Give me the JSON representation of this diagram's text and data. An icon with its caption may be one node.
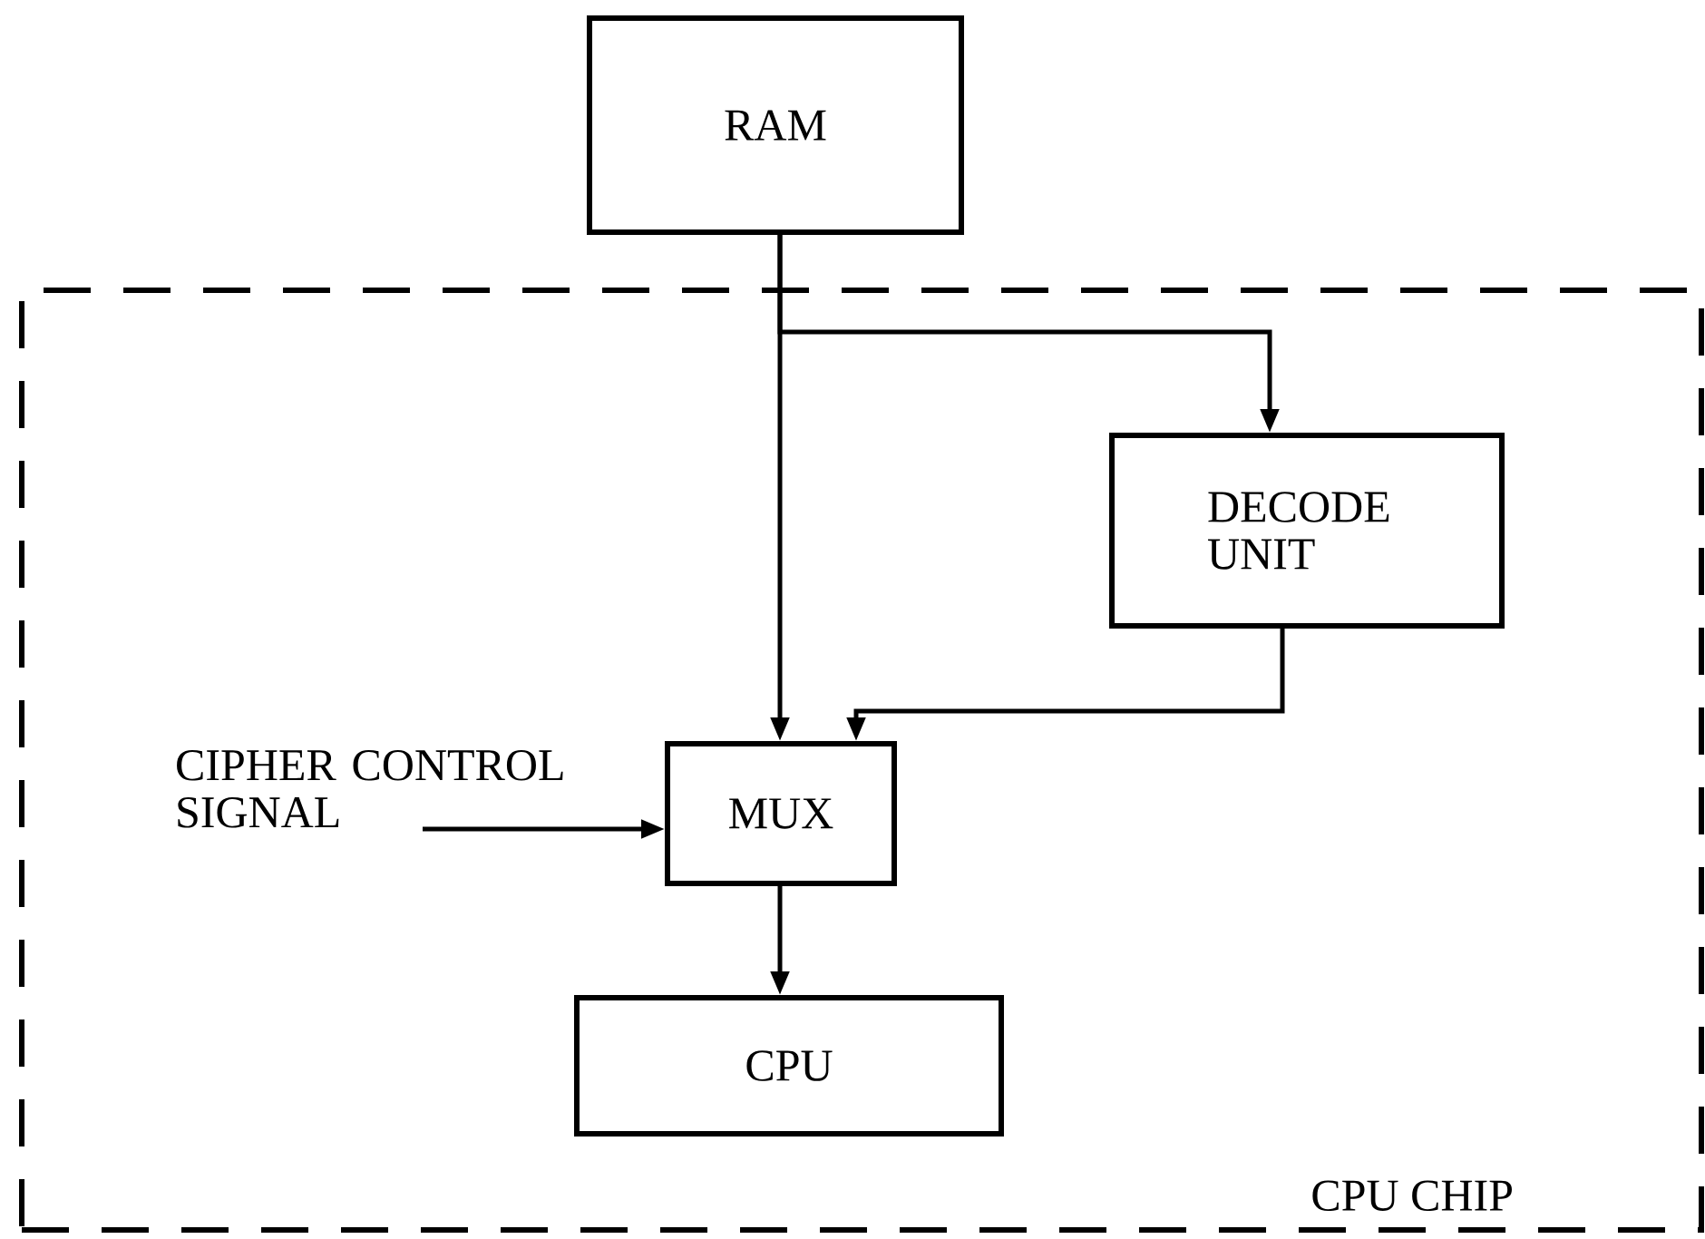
{
  "diagram": {
    "nodes": [
      {
        "text": [
          "CPU CHIP"
        ]
      },
      {
        "text": [
          "RAM"
        ]
      },
      {
        "text": [
          "DECODE UNIT"
        ],
        "in": 0
      },
      {
        "text": [
          "MUX"
        ],
        "in": 0
      },
      {
        "text": [
          "CPU"
        ],
        "in": 0
      },
      {
        "text": [
          "CIPHER CONTROL SIGNAL"
        ],
        "in": 0
      }
    ],
    "edges": [
      {
        "from": 1,
        "to": 3,
        "arrow": "to"
      },
      {
        "from": 1,
        "to": 2,
        "arrow": "to"
      },
      {
        "from": 2,
        "to": 3,
        "arrow": "to"
      },
      {
        "from": 5,
        "to": 3,
        "arrow": "to"
      },
      {
        "from": 3,
        "to": 4,
        "arrow": "to"
      }
    ]
  }
}
